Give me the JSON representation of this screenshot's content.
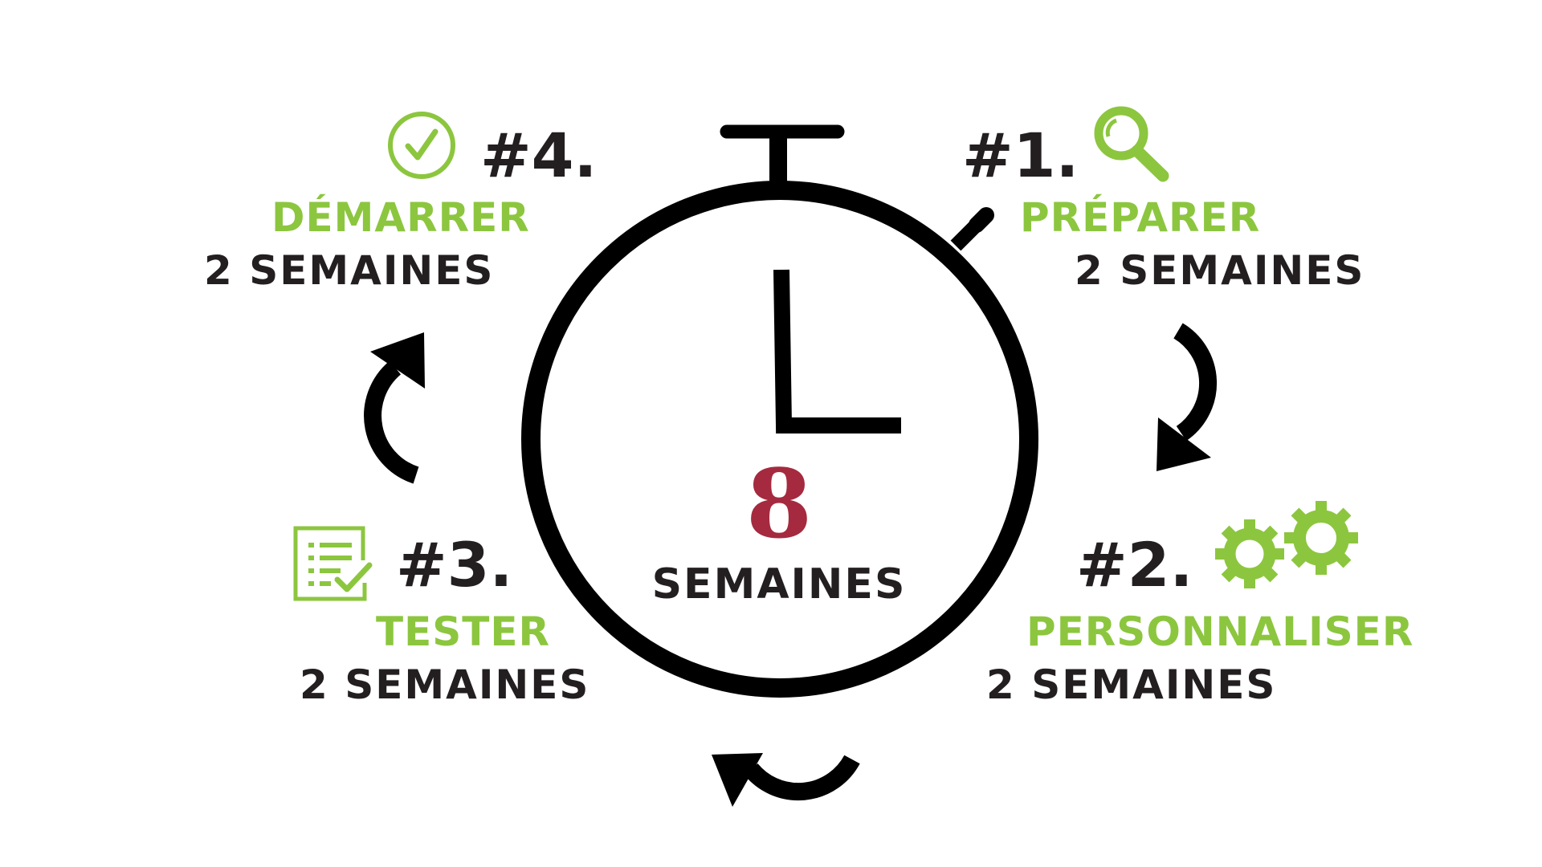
{
  "colors": {
    "accent_green": "#8cc63f",
    "text_dark": "#231f20",
    "highlight_red": "#a52a3f",
    "stroke_black": "#000000"
  },
  "center": {
    "number": "8",
    "unit": "SEMAINES",
    "icon": "stopwatch-icon"
  },
  "steps": [
    {
      "number": "#1.",
      "title": "PRÉPARER",
      "duration": "2 SEMAINES",
      "icon": "magnifier-icon"
    },
    {
      "number": "#2.",
      "title": "PERSONNALISER",
      "duration": "2 SEMAINES",
      "icon": "gears-icon"
    },
    {
      "number": "#3.",
      "title": "TESTER",
      "duration": "2 SEMAINES",
      "icon": "checklist-icon"
    },
    {
      "number": "#4.",
      "title": "DÉMARRER",
      "duration": "2 SEMAINES",
      "icon": "check-circle-icon"
    }
  ]
}
